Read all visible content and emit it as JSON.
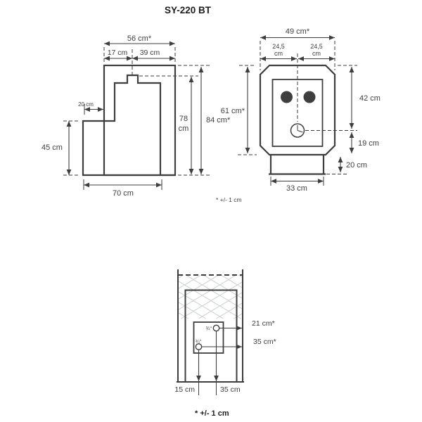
{
  "title": "SY-220 BT",
  "colors": {
    "line": "#3e3e3e",
    "hatch": "#c4c8cb",
    "text": "#3e3e3e",
    "title": "#1d1d1d",
    "bg": "#ffffff"
  },
  "side_view": {
    "dim_width_total": "56 cm*",
    "dim_width_left": "17 cm",
    "dim_width_right": "39 cm",
    "dim_step_depth": "20 cm",
    "dim_step_height": "45 cm",
    "dim_body_height_value": "78",
    "dim_body_height_unit": "cm",
    "dim_total_height": "84 cm*",
    "dim_bottom_width": "70 cm"
  },
  "front_view": {
    "dim_width_total": "49 cm*",
    "dim_half_left_value": "24,5",
    "dim_half_left_unit": "cm",
    "dim_half_right_value": "24,5",
    "dim_half_right_unit": "cm",
    "dim_height_total": "61 cm*",
    "dim_height_upper": "42 cm",
    "dim_height_lower": "19 cm",
    "dim_base_height": "20 cm",
    "dim_base_width": "33 cm",
    "tolerance_note": "* +/- 1 cm"
  },
  "rear_view": {
    "fitting_top_label": "¾\"",
    "fitting_bottom_label": "¾\"",
    "dim_top_fitting_side": "21 cm*",
    "dim_bottom_fitting_side": "35 cm*",
    "dim_bottom_fitting_offset": "15 cm",
    "dim_top_fitting_offset": "35 cm",
    "tolerance_note": "* +/- 1 cm"
  }
}
